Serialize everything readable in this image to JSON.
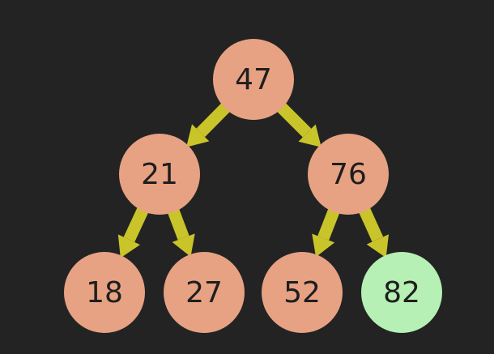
{
  "tree": {
    "colors": {
      "background": "#232323",
      "node_default": "#e7a283",
      "node_highlight": "#b6f0b4",
      "edge": "#c9c42a",
      "label": "#1e1e1e"
    },
    "nodes": [
      {
        "id": "n47",
        "label": "47",
        "highlighted": false
      },
      {
        "id": "n21",
        "label": "21",
        "highlighted": false
      },
      {
        "id": "n76",
        "label": "76",
        "highlighted": false
      },
      {
        "id": "n18",
        "label": "18",
        "highlighted": false
      },
      {
        "id": "n27",
        "label": "27",
        "highlighted": false
      },
      {
        "id": "n52",
        "label": "52",
        "highlighted": false
      },
      {
        "id": "n82",
        "label": "82",
        "highlighted": true
      }
    ],
    "edges": [
      {
        "from": "n47",
        "to": "n21"
      },
      {
        "from": "n47",
        "to": "n76"
      },
      {
        "from": "n21",
        "to": "n18"
      },
      {
        "from": "n21",
        "to": "n27"
      },
      {
        "from": "n76",
        "to": "n52"
      },
      {
        "from": "n76",
        "to": "n82"
      }
    ]
  }
}
